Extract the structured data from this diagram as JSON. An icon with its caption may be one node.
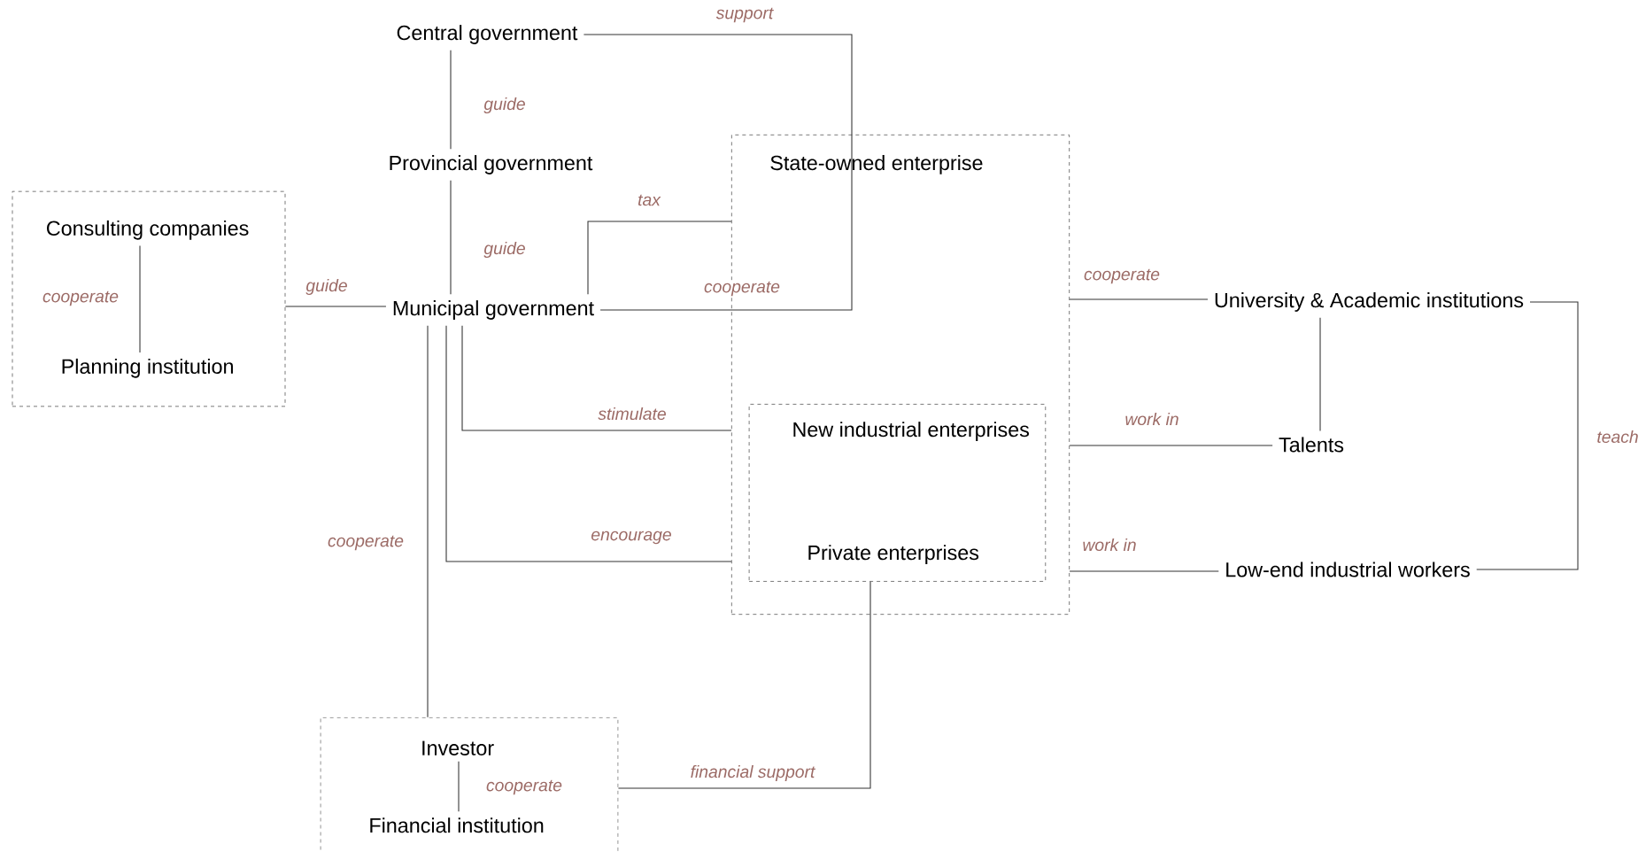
{
  "diagram": {
    "nodes": [
      {
        "text": [
          "Central government"
        ]
      },
      {
        "text": [
          "Provincial government"
        ]
      },
      {
        "text": [
          "Municipal government"
        ]
      },
      {
        "text": [],
        "shape": "box"
      },
      {
        "text": [
          "Consulting companies"
        ],
        "in": 3
      },
      {
        "text": [
          "Planning institution"
        ],
        "in": 3
      },
      {
        "text": [
          "State-owned enterprise"
        ]
      },
      {
        "text": [
          "New industrial enterprises",
          "Private enterprises"
        ],
        "in": 6
      },
      {
        "text": [
          "University & Academic institutions"
        ]
      },
      {
        "text": [
          "Talents"
        ]
      },
      {
        "text": [
          "Low-end industrial workers"
        ]
      },
      {
        "text": [],
        "shape": "box"
      },
      {
        "text": [
          "Investor"
        ],
        "in": 11
      },
      {
        "text": [
          "Financial institution"
        ],
        "in": 11
      }
    ],
    "edges": [
      {
        "from": 0,
        "to": 1,
        "arrow": "none",
        "label": "guide"
      },
      {
        "from": 1,
        "to": 2,
        "arrow": "none",
        "label": "guide"
      },
      {
        "from": 3,
        "to": 2,
        "arrow": "none",
        "label": "guide"
      },
      {
        "from": 4,
        "to": 5,
        "arrow": "none",
        "label": "cooperate"
      },
      {
        "from": 0,
        "to": 6,
        "arrow": "none",
        "label": "support"
      },
      {
        "from": 2,
        "to": 6,
        "arrow": "none",
        "label": "cooperate"
      },
      {
        "from": 2,
        "to": 6,
        "arrow": "none",
        "label": "tax"
      },
      {
        "from": 2,
        "to": 6,
        "arrow": "none",
        "label": "stimulate"
      },
      {
        "from": 2,
        "to": 6,
        "arrow": "none",
        "label": "encourage"
      },
      {
        "from": 2,
        "to": 11,
        "arrow": "none",
        "label": "cooperate"
      },
      {
        "from": 7,
        "to": 11,
        "arrow": "none",
        "label": "financial support"
      },
      {
        "from": 6,
        "to": 8,
        "arrow": "none",
        "label": "cooperate"
      },
      {
        "from": 8,
        "to": 9,
        "arrow": "none"
      },
      {
        "from": 9,
        "to": 6,
        "arrow": "none",
        "label": "work in"
      },
      {
        "from": 10,
        "to": 6,
        "arrow": "none",
        "label": "work in"
      },
      {
        "from": 8,
        "to": 10,
        "arrow": "none",
        "label": "teach"
      },
      {
        "from": 12,
        "to": 13,
        "arrow": "none",
        "label": "cooperate"
      }
    ]
  }
}
